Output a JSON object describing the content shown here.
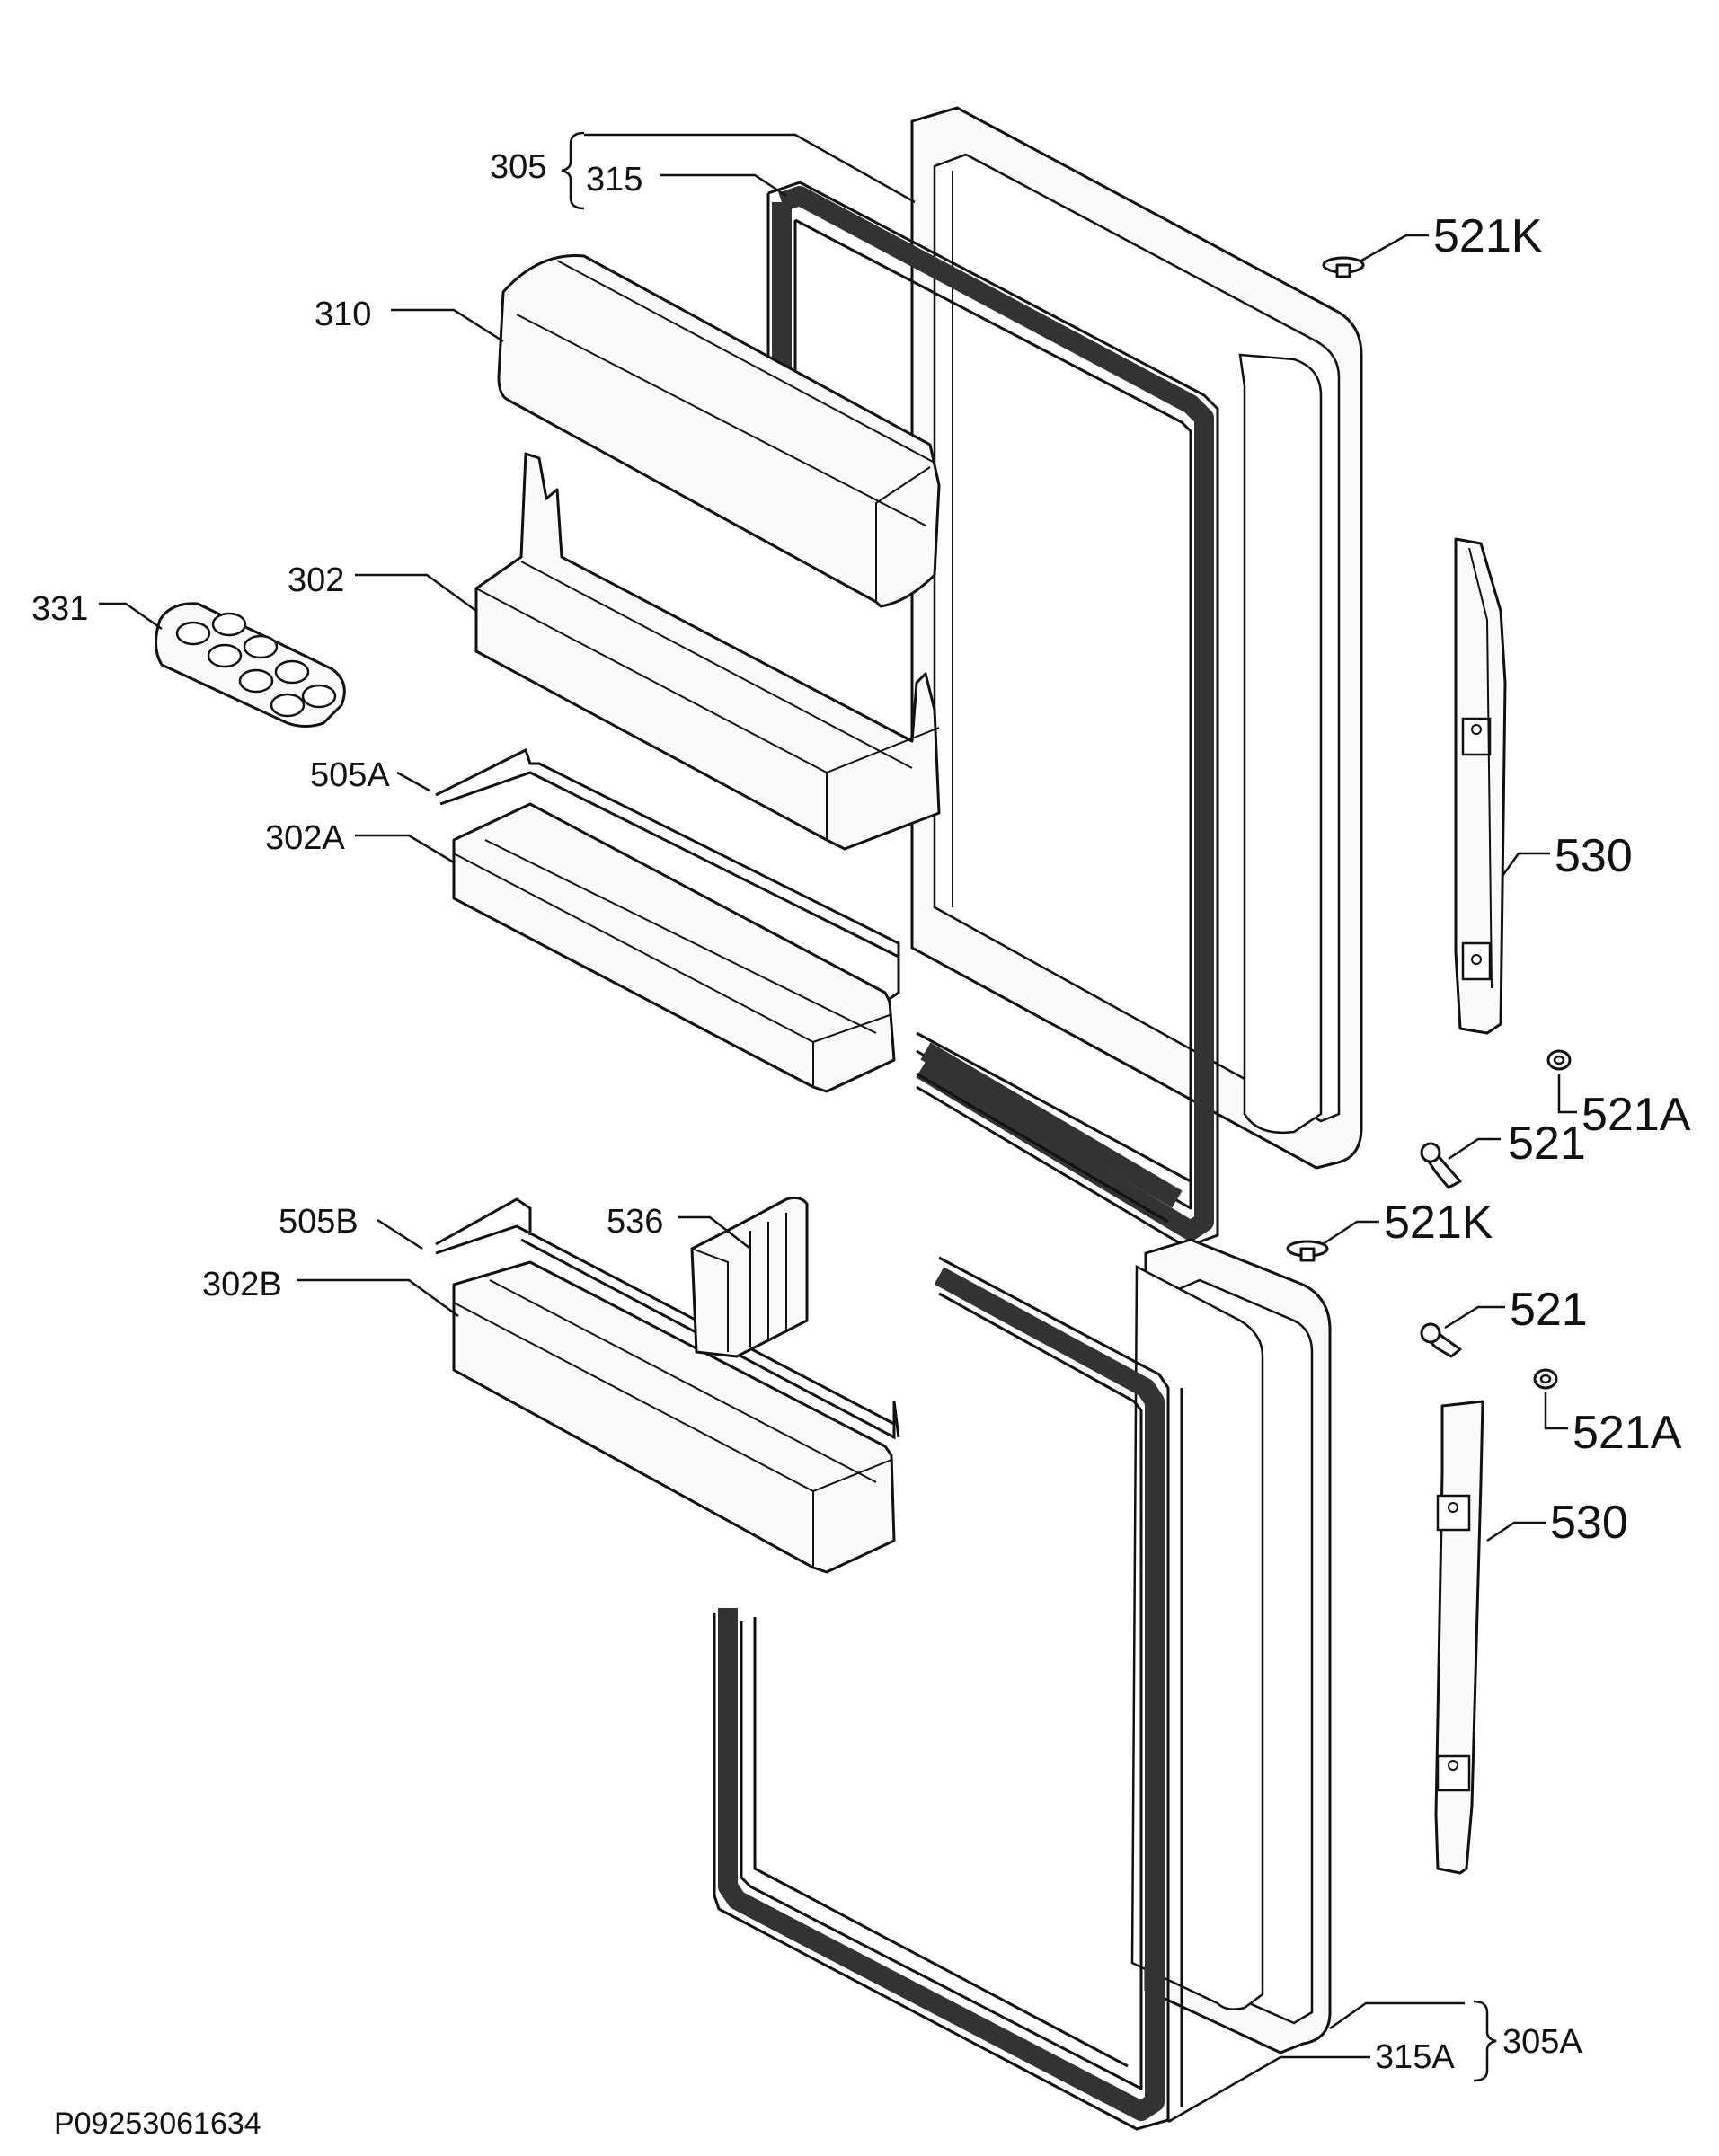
{
  "diagram": {
    "drawing_code": "P09253061634",
    "labels": {
      "p305": "305",
      "p315": "315",
      "p521k_top": "521K",
      "p310": "310",
      "p331": "331",
      "p302": "302",
      "p505a": "505A",
      "p302a": "302A",
      "p530_top": "530",
      "p521a_top": "521A",
      "p521_top": "521",
      "p521k_bottom": "521K",
      "p536": "536",
      "p505b": "505B",
      "p302b": "302B",
      "p521_bottom": "521",
      "p521a_bottom": "521A",
      "p530_bottom": "530",
      "p305a": "305A",
      "p315a": "315A"
    }
  }
}
